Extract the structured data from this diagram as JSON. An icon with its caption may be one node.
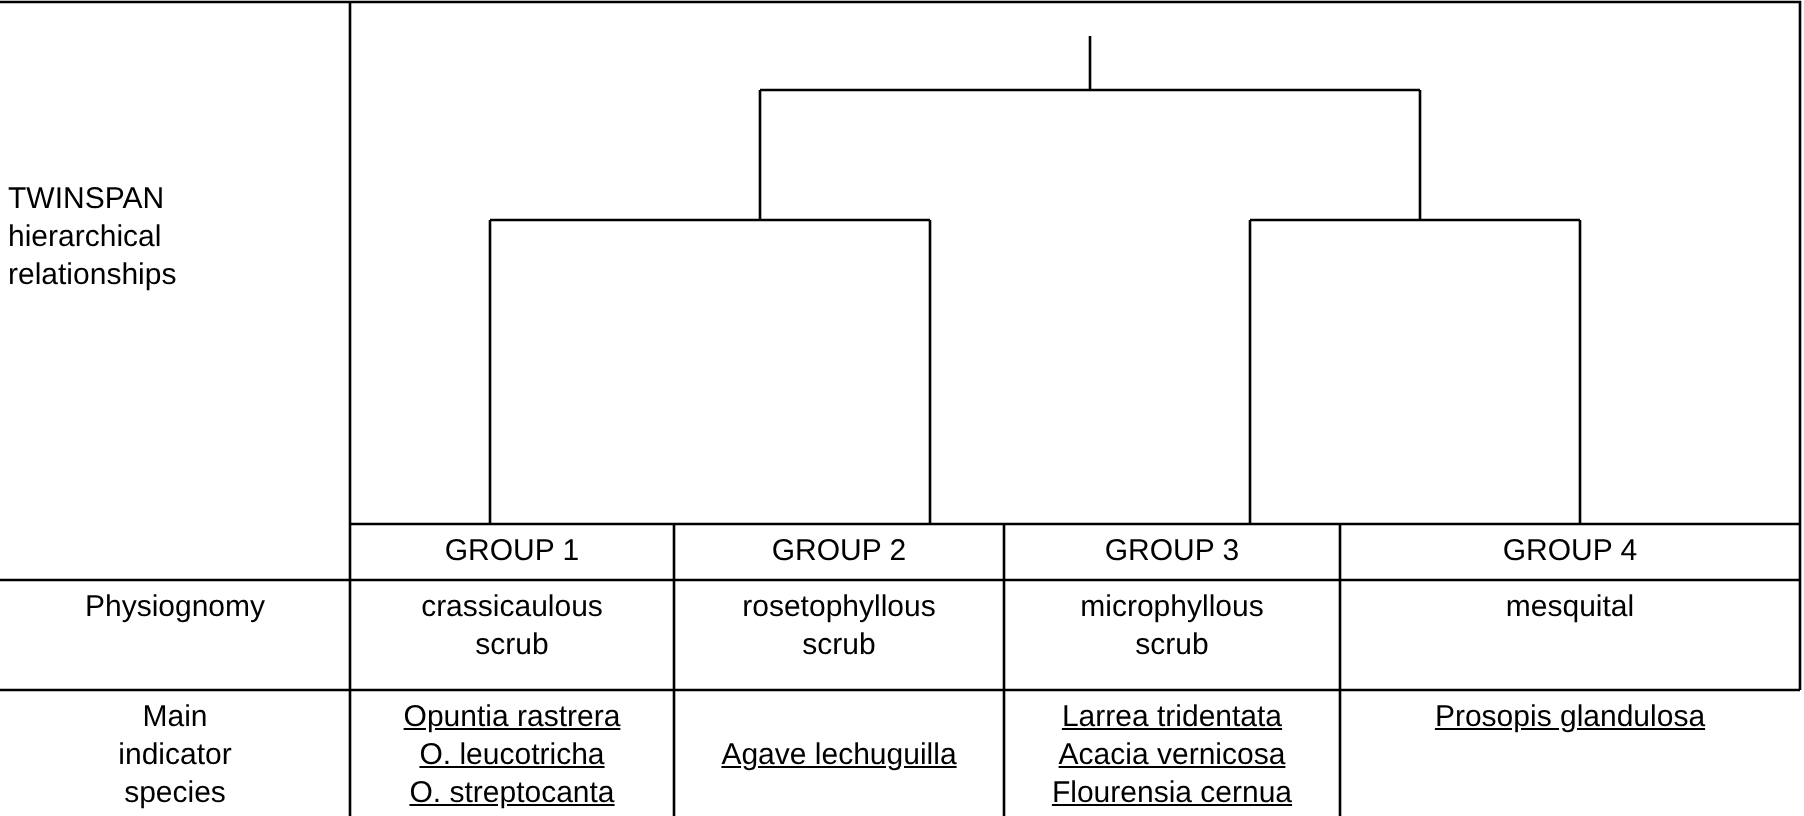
{
  "diagram": {
    "labels": [
      "TWINSPAN hierarchical relationships",
      "GROUP 1",
      "GROUP 2",
      "GROUP 3",
      "GROUP 4",
      "Physiognomy",
      "crassicaulous scrub",
      "rosetophyllous scrub",
      "microphyllous scrub",
      "mesquital",
      "Main indicator species",
      "Opuntia rastrera",
      "O. leucotricha",
      "O. streptocanta",
      "Agave lechuguilla",
      "Larrea tridentata",
      "Acacia vernicosa",
      "Flourensia cernua",
      "Prosopis glandulosa"
    ]
  }
}
